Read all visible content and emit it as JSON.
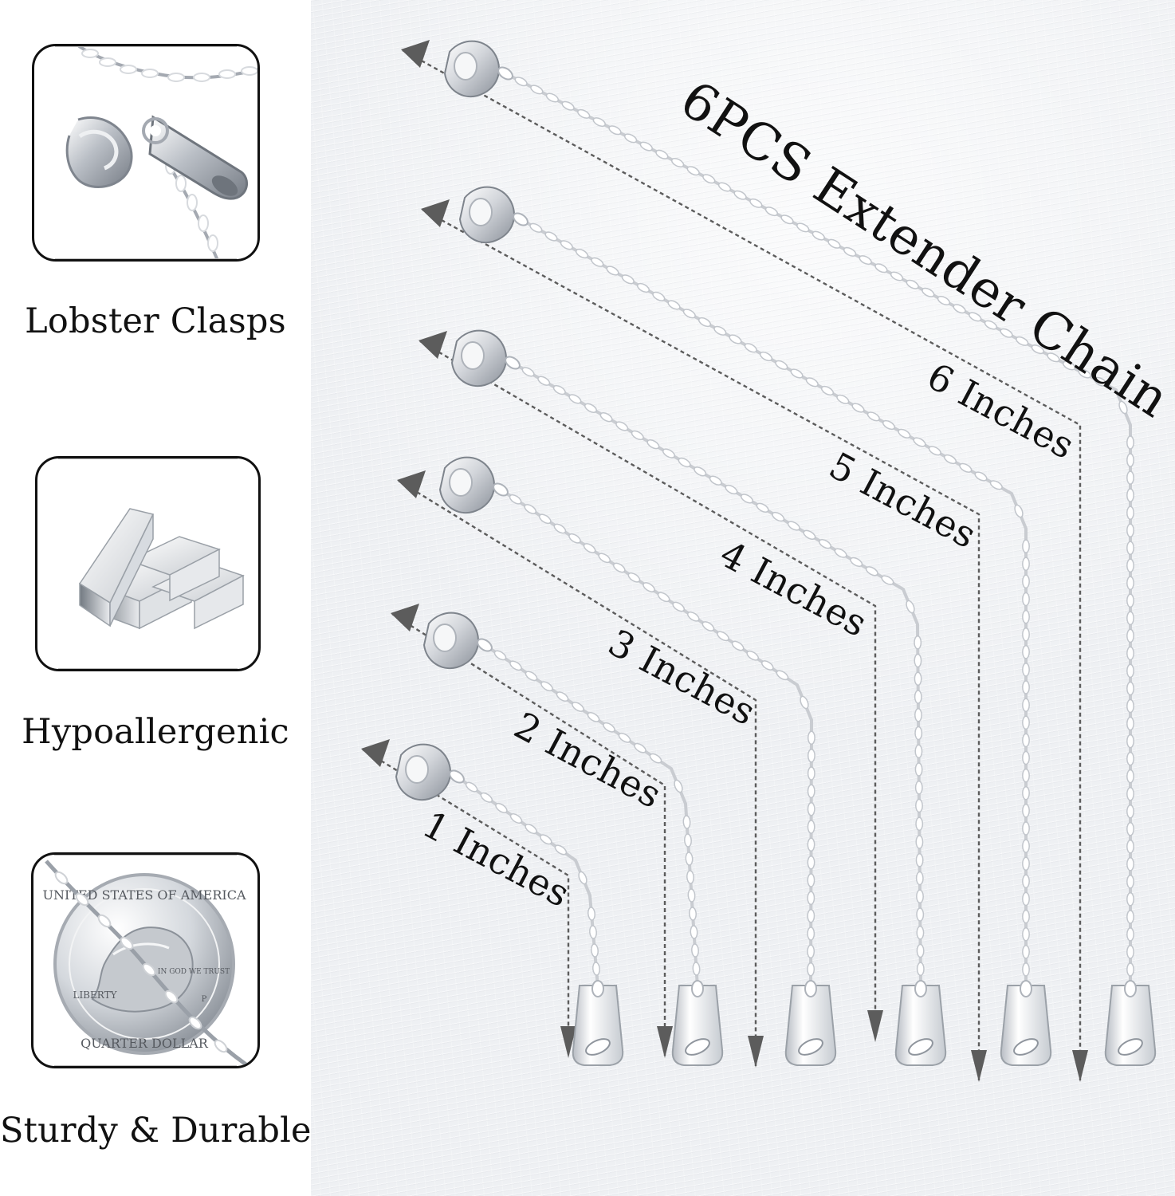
{
  "features": [
    {
      "label": "Lobster Clasps",
      "icon": "lobster-clasp-icon"
    },
    {
      "label": "Hypoallergenic",
      "icon": "metal-bars-icon"
    },
    {
      "label": "Sturdy & Durable",
      "icon": "quarter-coin-icon"
    }
  ],
  "coin_text": {
    "top": "UNITED STATES OF AMERICA",
    "motto": "IN GOD WE TRUST",
    "liberty": "LIBERTY",
    "mint": "P",
    "bottom": "QUARTER DOLLAR"
  },
  "title": "6PCS Extender Chain",
  "lengths": [
    {
      "label": "1 Inches",
      "inches": 1
    },
    {
      "label": "2 Inches",
      "inches": 2
    },
    {
      "label": "3 Inches",
      "inches": 3
    },
    {
      "label": "4 Inches",
      "inches": 4
    },
    {
      "label": "5 Inches",
      "inches": 5
    },
    {
      "label": "6 Inches",
      "inches": 6
    }
  ],
  "colors": {
    "page_background": "#ffffff",
    "fabric_background": "#eef0f3",
    "chain": "#c9ccd1",
    "chain_highlight": "#ffffff",
    "arrow": "#5c5c5c",
    "text": "#111111"
  }
}
